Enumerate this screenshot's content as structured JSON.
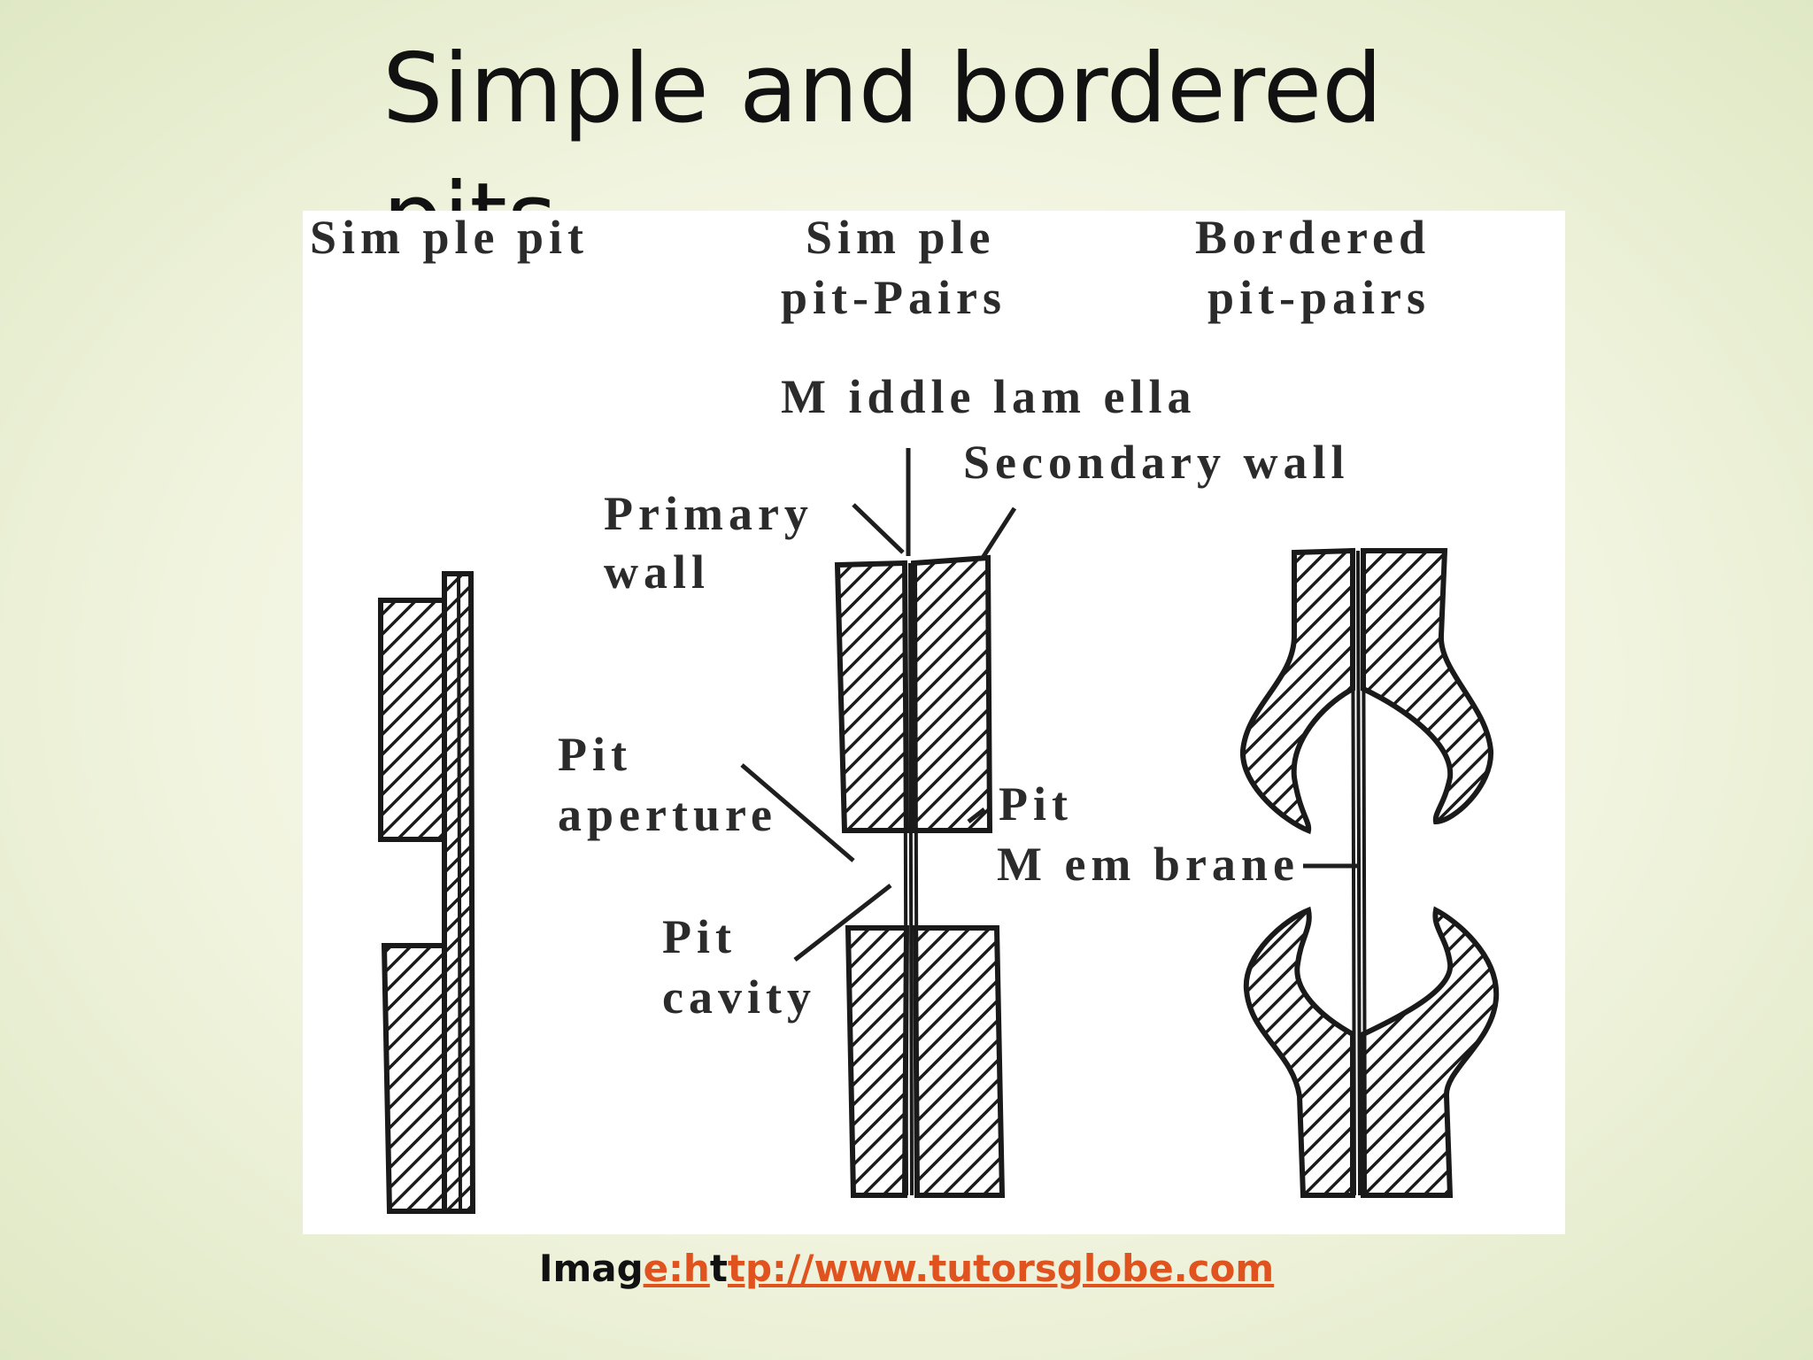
{
  "slide": {
    "title": "Simple and bordered pits"
  },
  "figure": {
    "headers": {
      "simple_pit": "Sim ple pit",
      "simple_pairs_line1": "Sim ple",
      "simple_pairs_line2": "pit-Pairs",
      "bordered_line1": "Bordered",
      "bordered_line2": "pit-pairs"
    },
    "labels": {
      "middle_lamella": "M iddle lam ella",
      "secondary_wall": "Secondary wall",
      "primary_line1": "Primary",
      "primary_line2": "wall",
      "aperture_line1": "Pit",
      "aperture_line2": "aperture",
      "membrane_line1": "Pit",
      "membrane_line2": "M em brane",
      "cavity_line1": "Pit",
      "cavity_line2": "cavity"
    }
  },
  "caption": {
    "prefix": "Imag",
    "link_part1": "e:h",
    "mid": "t",
    "link_part2": "tp://www.tutorsglobe.com"
  }
}
